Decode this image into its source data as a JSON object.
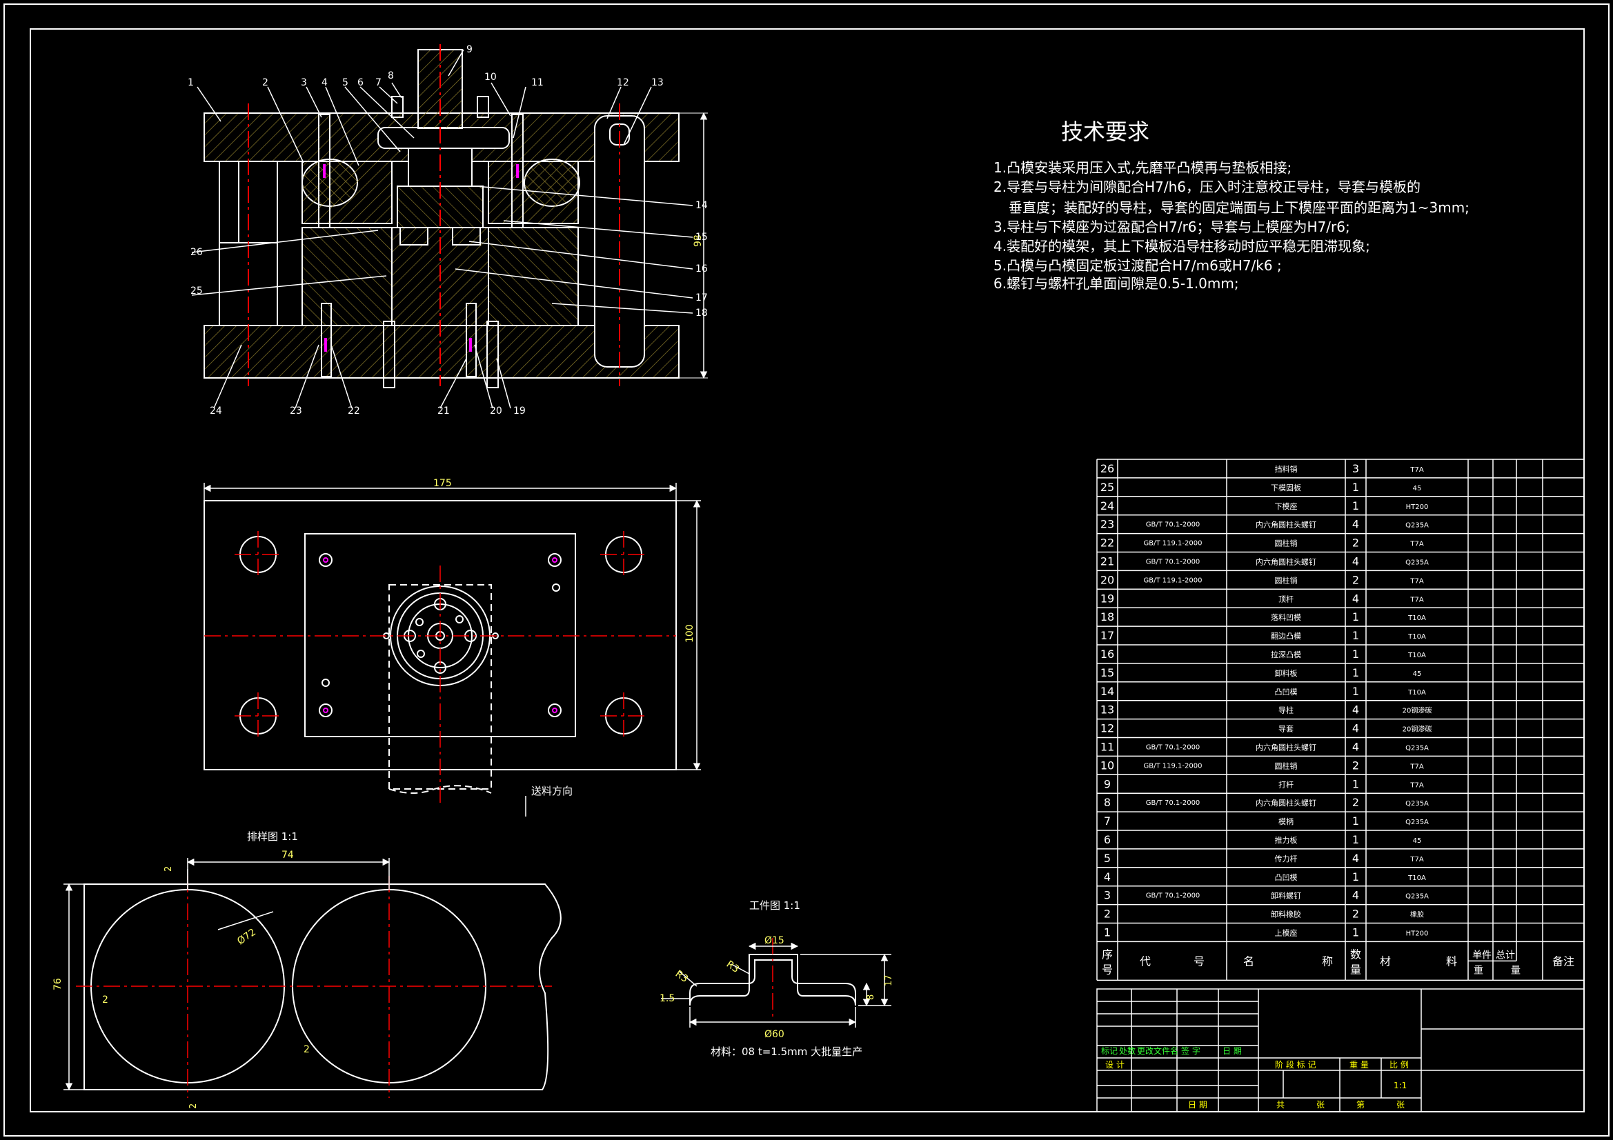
{
  "colors": {
    "outline": "#ffffff",
    "center": "#ff0000",
    "hatch": "#8a7a2a",
    "dim": "#ffff66",
    "accent": "#ff00ff",
    "green": "#33ff33",
    "yellow": "#ffff00"
  },
  "tech": {
    "title": "技术要求",
    "lines": [
      "1.凸模安装采用压入式,先磨平凸模再与垫板相接;",
      "2.导套与导柱为间隙配合H7/h6，压入时注意校正导柱，导套与模板的",
      "垂直度；装配好的导柱，导套的固定端面与上下模座平面的距离为1~3mm;",
      "3.导柱与下模座为过盈配合H7/r6；导套与上模座为H7/r6;",
      "4.装配好的模架，其上下模板沿导柱移动时应平稳无阻滞现象;",
      "5.凸模与凸模固定板过渡配合H7/m6或H7/k6 ;",
      "6.螺钉与螺杆孔单面间隙是0.5-1.0mm;"
    ]
  },
  "callouts": [
    "1",
    "2",
    "3",
    "4",
    "5",
    "6",
    "7",
    "8",
    "9",
    "10",
    "11",
    "12",
    "13",
    "14",
    "15",
    "16",
    "17",
    "18",
    "19",
    "20",
    "21",
    "22",
    "23",
    "24",
    "25",
    "26"
  ],
  "dims": {
    "height": "98",
    "width": "175",
    "depth": "100",
    "pitch": "74",
    "dia_strip": "Ø72",
    "strip_width": "76",
    "gap_top": "2",
    "gap_left": "2",
    "gap_right": "2",
    "gap_bottom": "2",
    "part_d15": "Ø15",
    "part_d60": "Ø60",
    "part_r3a": "R3",
    "part_r3b": "R3",
    "part_t": "1.5",
    "part_h8": "8",
    "part_h17": "17"
  },
  "labels": {
    "feed": "送料方向",
    "layout": "排样图  1:1",
    "workpiece": "工件图  1:1",
    "material": "材料：08  t=1.5mm  大批量生产"
  },
  "bom": {
    "rows": [
      {
        "no": "26",
        "code": "",
        "name": "挡料销",
        "qty": "3",
        "mat": "T7A"
      },
      {
        "no": "25",
        "code": "",
        "name": "下模固板",
        "qty": "1",
        "mat": "45"
      },
      {
        "no": "24",
        "code": "",
        "name": "下模座",
        "qty": "1",
        "mat": "HT200"
      },
      {
        "no": "23",
        "code": "GB/T 70.1-2000",
        "name": "内六角圆柱头螺钉",
        "qty": "4",
        "mat": "Q235A"
      },
      {
        "no": "22",
        "code": "GB/T 119.1-2000",
        "name": "圆柱销",
        "qty": "2",
        "mat": "T7A"
      },
      {
        "no": "21",
        "code": "GB/T 70.1-2000",
        "name": "内六角圆柱头螺钉",
        "qty": "4",
        "mat": "Q235A"
      },
      {
        "no": "20",
        "code": "GB/T 119.1-2000",
        "name": "圆柱销",
        "qty": "2",
        "mat": "T7A"
      },
      {
        "no": "19",
        "code": "",
        "name": "顶杆",
        "qty": "4",
        "mat": "T7A"
      },
      {
        "no": "18",
        "code": "",
        "name": "落料凹模",
        "qty": "1",
        "mat": "T10A"
      },
      {
        "no": "17",
        "code": "",
        "name": "翻边凸模",
        "qty": "1",
        "mat": "T10A"
      },
      {
        "no": "16",
        "code": "",
        "name": "拉深凸模",
        "qty": "1",
        "mat": "T10A"
      },
      {
        "no": "15",
        "code": "",
        "name": "卸料板",
        "qty": "1",
        "mat": "45"
      },
      {
        "no": "14",
        "code": "",
        "name": "凸凹模",
        "qty": "1",
        "mat": "T10A"
      },
      {
        "no": "13",
        "code": "",
        "name": "导柱",
        "qty": "4",
        "mat": "20钢渗碳"
      },
      {
        "no": "12",
        "code": "",
        "name": "导套",
        "qty": "4",
        "mat": "20钢渗碳"
      },
      {
        "no": "11",
        "code": "GB/T 70.1-2000",
        "name": "内六角圆柱头螺钉",
        "qty": "4",
        "mat": "Q235A"
      },
      {
        "no": "10",
        "code": "GB/T 119.1-2000",
        "name": "圆柱销",
        "qty": "2",
        "mat": "T7A"
      },
      {
        "no": "9",
        "code": "",
        "name": "打杆",
        "qty": "1",
        "mat": "T7A"
      },
      {
        "no": "8",
        "code": "GB/T 70.1-2000",
        "name": "内六角圆柱头螺钉",
        "qty": "2",
        "mat": "Q235A"
      },
      {
        "no": "7",
        "code": "",
        "name": "模柄",
        "qty": "1",
        "mat": "Q235A"
      },
      {
        "no": "6",
        "code": "",
        "name": "推力板",
        "qty": "1",
        "mat": "45"
      },
      {
        "no": "5",
        "code": "",
        "name": "传力杆",
        "qty": "4",
        "mat": "T7A"
      },
      {
        "no": "4",
        "code": "",
        "name": "凸凹模",
        "qty": "1",
        "mat": "T10A"
      },
      {
        "no": "3",
        "code": "GB/T 70.1-2000",
        "name": "卸料螺钉",
        "qty": "4",
        "mat": "Q235A"
      },
      {
        "no": "2",
        "code": "",
        "name": "卸料橡胶",
        "qty": "2",
        "mat": "橡胶"
      },
      {
        "no": "1",
        "code": "",
        "name": "上模座",
        "qty": "1",
        "mat": "HT200"
      }
    ],
    "header": {
      "no_a": "序",
      "no_b": "号",
      "code_a": "代",
      "code_b": "号",
      "name_a": "名",
      "name_b": "称",
      "qty_a": "数",
      "qty_b": "量",
      "mat_a": "材",
      "mat_b": "料",
      "unit": "单件",
      "total": "总计",
      "weight_a": "重",
      "weight_b": "量",
      "remark": "备注"
    }
  },
  "titleblock": {
    "mark": "标记",
    "count": "处数",
    "file": "更改文件名",
    "sign": "签 字",
    "date": "日 期",
    "design": "设 计",
    "stage": "阶 段 标 记",
    "weight": "重 量",
    "scale": "比 例",
    "scale_val": "1:1",
    "date2": "日 期",
    "total": "共",
    "sheets": "张",
    "nth": "第",
    "sheet": "张"
  }
}
